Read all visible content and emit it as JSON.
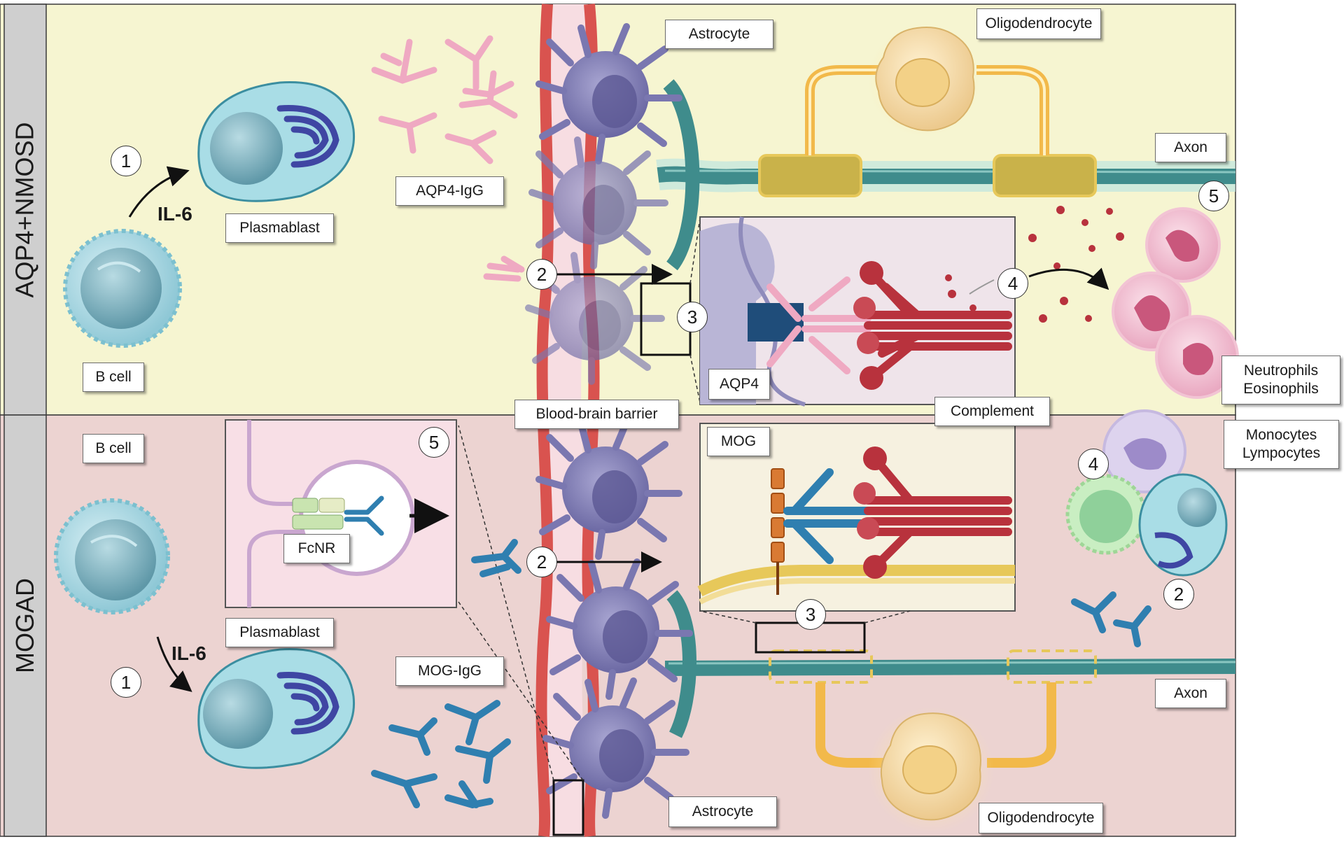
{
  "panels": {
    "top_title": "AQP4+NMOSD",
    "bottom_title": "MOGAD"
  },
  "labels": {
    "astrocyte_top": "Astrocyte",
    "oligodendrocyte_top": "Oligodendrocyte",
    "axon_top": "Axon",
    "plasmablast_top": "Plasmablast",
    "aqp4_igg": "AQP4-IgG",
    "b_cell_top": "B cell",
    "aqp4": "AQP4",
    "neutrophils": "Neutrophils\nEosinophils",
    "blood_brain_barrier": "Blood-brain  barrier",
    "complement": "Complement",
    "b_cell_bottom": "B cell",
    "mog": "MOG",
    "monocytes": "Monocytes\nLympocytes",
    "fcnr": "FcNR",
    "plasmablast_bottom": "Plasmablast",
    "mog_igg": "MOG-IgG",
    "axon_bottom": "Axon",
    "astrocyte_bottom": "Astrocyte",
    "oligodendrocyte_bottom": "Oligodendrocyte",
    "il6_top": "IL-6",
    "il6_bottom": "IL-6"
  },
  "steps": {
    "top": [
      "1",
      "2",
      "3",
      "4",
      "5"
    ],
    "bottom": [
      "5",
      "2",
      "4",
      "3",
      "2",
      "1"
    ]
  },
  "colors": {
    "top_panel": "#f6f5d1",
    "bottom_panel": "#ecd3d1",
    "side_bar": "#cfcfcf",
    "vessel": "#d9534f",
    "astrocyte": "#8a87b8",
    "axon": "#3f8c8c",
    "aqp4_igg": "#efa9c2",
    "mog_igg": "#2f7fb0",
    "complement": "#b8323d"
  }
}
